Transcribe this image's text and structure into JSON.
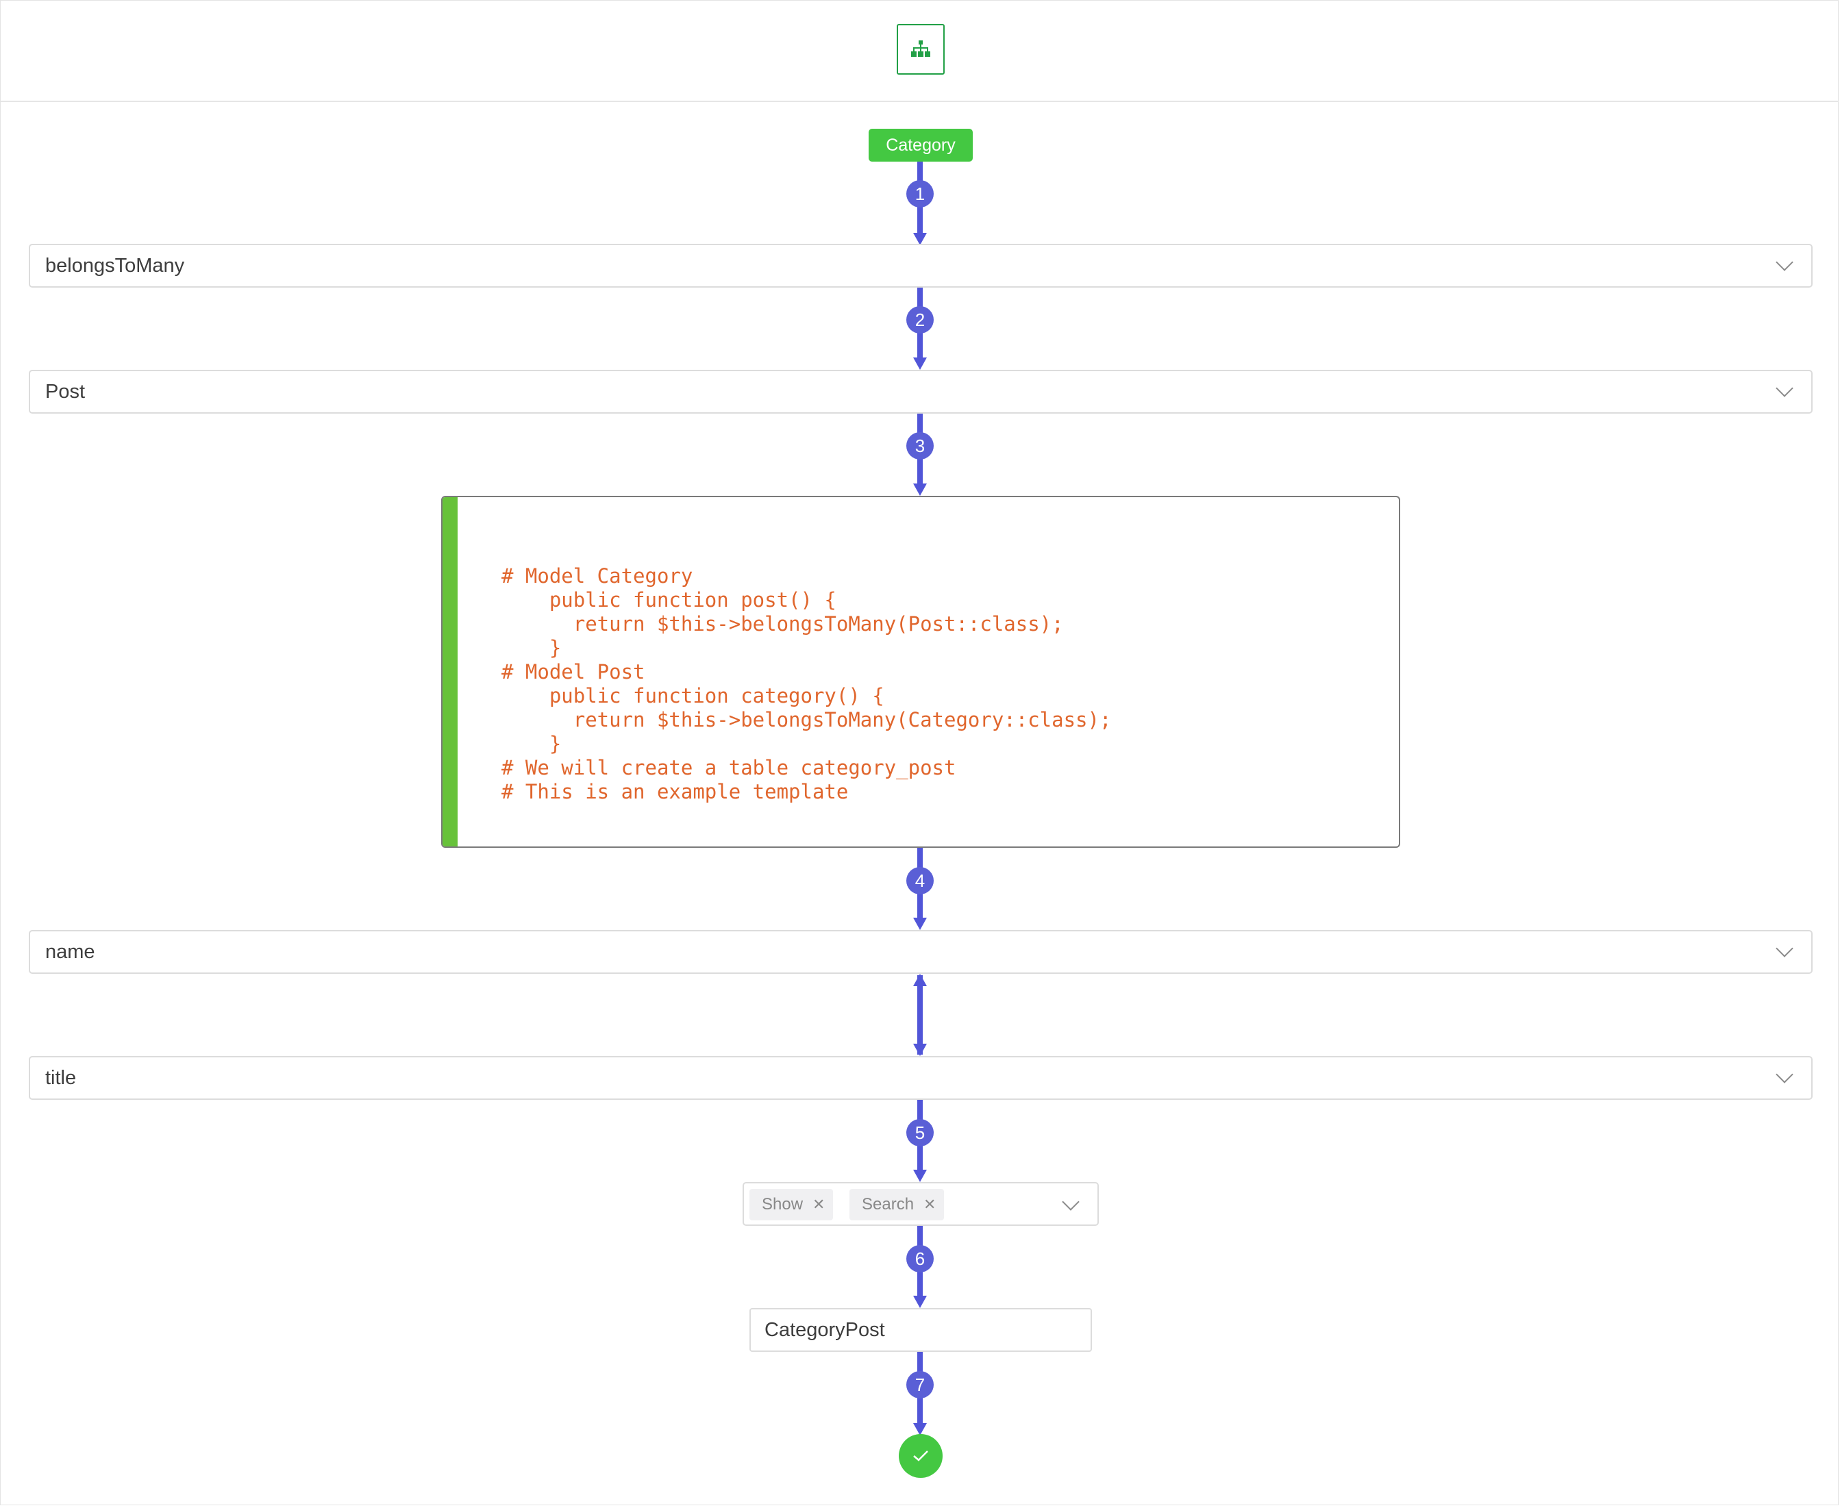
{
  "toolbar": {
    "tree_icon": "sitemap-icon"
  },
  "flow": {
    "start_label": "Category",
    "steps": [
      "1",
      "2",
      "3",
      "4",
      "5",
      "6",
      "7"
    ],
    "relation_select": {
      "value": "belongsToMany"
    },
    "model_select": {
      "value": "Post"
    },
    "code_template": "# Model Category\n    public function post() {\n      return $this->belongsToMany(Post::class);\n    }\n# Model Post\n    public function category() {\n      return $this->belongsToMany(Category::class);\n    }\n# We will create a table category_post\n# This is an example template",
    "source_field_select": {
      "value": "name"
    },
    "target_field_select": {
      "value": "title"
    },
    "options_multiselect": {
      "tags": [
        "Show",
        "Search"
      ]
    },
    "pivot_name_input": {
      "value": "CategoryPost"
    },
    "done_icon": "checkmark-icon"
  },
  "colors": {
    "flow_line": "#5155d8",
    "step_badge": "#5a5fd6",
    "success_green": "#44c842",
    "code_text": "#e0662d",
    "code_accent_bar": "#67c23a"
  }
}
